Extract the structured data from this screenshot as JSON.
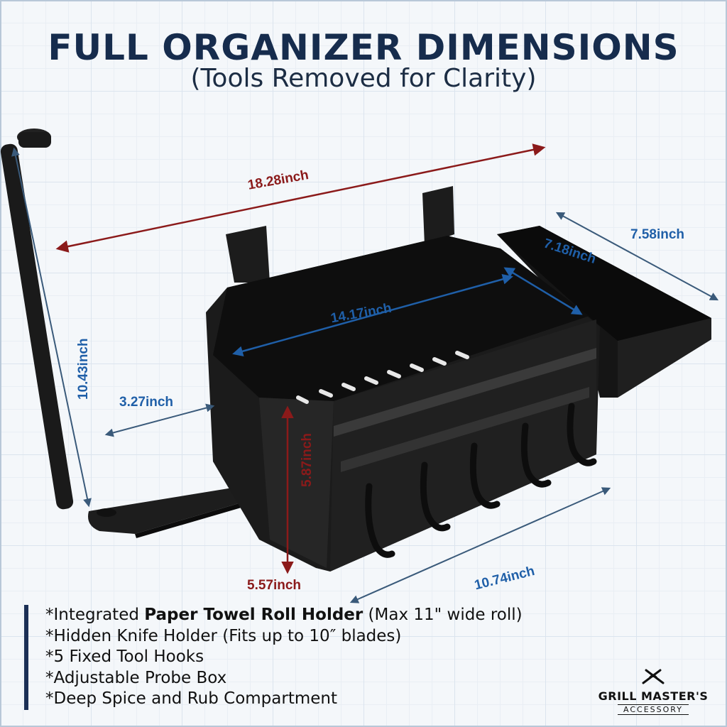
{
  "title": "FULL ORGANIZER DIMENSIONS",
  "subtitle": "(Tools Removed for Clarity)",
  "dimensions": {
    "overall_length": "18.28inch",
    "total_height": "10.43inch",
    "main_box_length": "14.17inch",
    "probe_box_inner": "7.18inch",
    "probe_box_outer": "7.58inch",
    "base_offset": "3.27inch",
    "box_height": "5.87inch",
    "stand_height": "5.57inch",
    "front_width": "10.74inch"
  },
  "features": [
    {
      "prefix": "*Integrated ",
      "bold": "Paper Towel Roll Holder",
      "suffix": " (Max 11\" wide roll)"
    },
    {
      "prefix": "*Hidden Knife Holder (Fits up to 10″ blades)",
      "bold": "",
      "suffix": ""
    },
    {
      "prefix": "*5 Fixed Tool Hooks",
      "bold": "",
      "suffix": ""
    },
    {
      "prefix": "*Adjustable Probe Box",
      "bold": "",
      "suffix": ""
    },
    {
      "prefix": "*Deep Spice and Rub Compartment",
      "bold": "",
      "suffix": ""
    }
  ],
  "logo": {
    "line1": "GRILL MASTER'S",
    "line2": "ACCESSORY",
    "icon": "grill-utensils-icon"
  },
  "colors": {
    "title": "#162c4d",
    "red_dim": "#8b1a1a",
    "blue_dim": "#1f5fa8",
    "metal": "#1a1a1a"
  }
}
